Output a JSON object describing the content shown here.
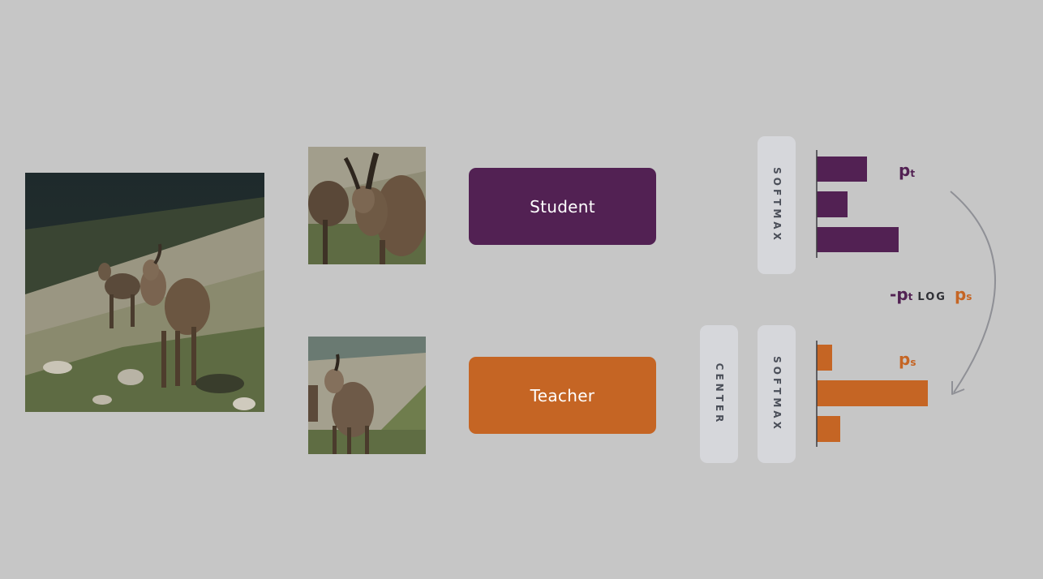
{
  "models": {
    "student": "Student",
    "teacher": "Teacher"
  },
  "ops": {
    "softmax": "SOFTMAX",
    "center": "CENTER"
  },
  "outputs": {
    "student_p": "p",
    "student_sub": "t",
    "teacher_p": "p",
    "teacher_sub": "s"
  },
  "loss": {
    "minus": "-",
    "pt_p": "p",
    "pt_sub": "t",
    "log": "LOG",
    "ps_p": "p",
    "ps_sub": "s"
  },
  "chart_data": {
    "type": "bar",
    "series": [
      {
        "values": [
          0.45,
          0.28,
          0.74
        ],
        "color": "#522153"
      },
      {
        "values": [
          0.14,
          1.0,
          0.21
        ],
        "color": "#c56524"
      }
    ]
  },
  "colors": {
    "student": "#522153",
    "teacher": "#c56524",
    "background": "#c6c6c6",
    "op_box": "#d6d7db"
  }
}
